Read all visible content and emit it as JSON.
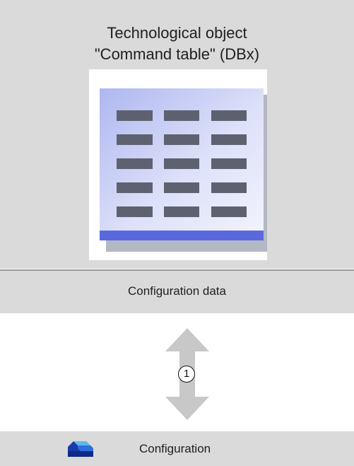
{
  "technological_object": {
    "title_line1": "Technological object",
    "title_line2": "\"Command table\" (DBx)",
    "icon": "command-table-icon"
  },
  "configuration_data": {
    "label": "Configuration data"
  },
  "exchange_arrow": {
    "icon": "double-arrow-icon",
    "marker": "1"
  },
  "configuration": {
    "label": "Configuration",
    "icon": "configuration-icon"
  },
  "colors": {
    "panel": "#dadada",
    "divider": "#9a9a9a",
    "arrow": "#c8c8c8",
    "table_fill": "#c7cdf3",
    "table_bar": "#5a68e0",
    "table_cell": "#5d6170"
  }
}
